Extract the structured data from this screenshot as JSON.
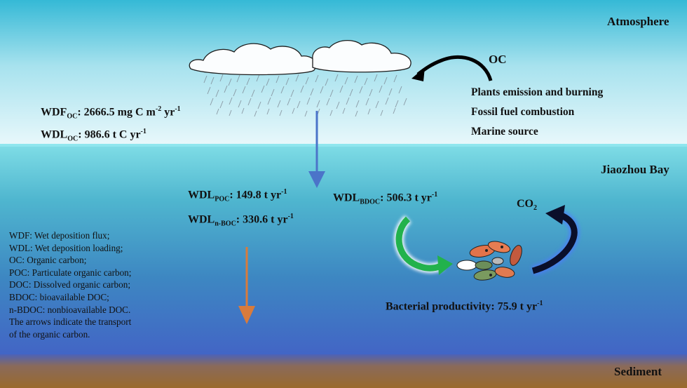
{
  "zones": {
    "atmosphere": "Atmosphere",
    "bay": "Jiaozhou Bay",
    "sediment": "Sediment"
  },
  "sources": {
    "title": "OC",
    "items": [
      "Plants emission and burning",
      "Fossil fuel combustion",
      "Marine source"
    ]
  },
  "fluxes": {
    "wdf_oc": {
      "main": "WDF",
      "sub": "OC",
      "text1": ": 2666.5 mg C m",
      "sup1": "-2",
      "text2": " yr",
      "sup2": "-1"
    },
    "wdl_oc": {
      "main": "WDL",
      "sub": "OC",
      "text1": ": 986.6 t C yr",
      "sup1": "-1"
    },
    "wdl_poc": {
      "main": "WDL",
      "sub": "POC",
      "text1": ": 149.8 t yr",
      "sup1": "-1"
    },
    "wdl_nboc": {
      "main": "WDL",
      "sub": "n-BOC",
      "text1": ": 330.6 t yr",
      "sup1": "-1"
    },
    "wdl_bdoc": {
      "main": "WDL",
      "sub": "BDOC",
      "text1": ": 506.3 t yr",
      "sup1": "-1"
    }
  },
  "co2": {
    "main": "CO",
    "sub": "2"
  },
  "bacterial": "Bacterial productivity: 75.9 t yr",
  "bacterial_sup": "-1",
  "legend": [
    "WDF: Wet deposition flux;",
    "WDL: Wet deposition loading;",
    "OC: Organic carbon;",
    "POC: Particulate organic carbon;",
    "DOC: Dissolved organic carbon;",
    "BDOC: bioavailable DOC;",
    "n-BDOC: nonbioavailable DOC.",
    "The arrows indicate the transport",
    "of the organic carbon."
  ],
  "colors": {
    "sky_top": "#35b9d6",
    "sky_bottom": "#e6f7fb",
    "water_top": "#7fdde6",
    "water_bottom": "#3f63c6",
    "sediment": "#9a6a2c",
    "arrow_blue": "#4b74c9",
    "arrow_orange": "#d97b3b",
    "arrow_green": "#22b24c",
    "arrow_dark": "#0a0f2a"
  }
}
